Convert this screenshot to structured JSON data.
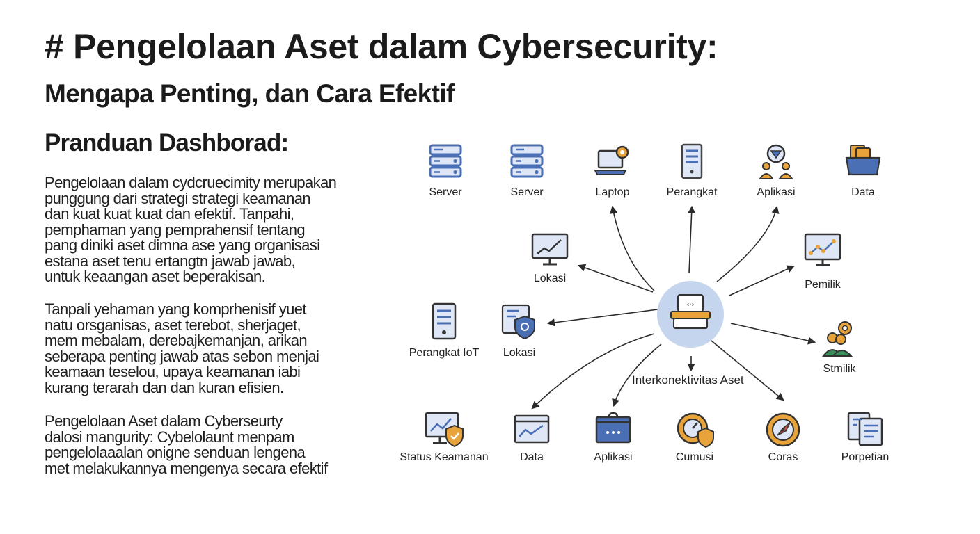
{
  "header": {
    "title": "# Pengelolaan Aset dalam Cybersecurity:",
    "subtitle": "Mengapa Penting, dan Cara Efektif"
  },
  "guide": {
    "heading": "Pranduan Dashborad:",
    "paragraphs": [
      [
        "Pengelolaan dalam cydcruecimity merupakan",
        "punggung dari strategi strategi keamanan",
        "dan kuat kuat kuat dan efektif. Tanpahi,",
        "pemphaman yang pemprahensif tentang",
        "pang diniki aset dimna ase yang organisasi",
        "estana aset tenu ertangtn jawab jawab,",
        "untuk keaangan aset beperakisan."
      ],
      [
        "Tanpali yehaman yang komprhenisif yuet",
        "natu orsganisas, aset terebot, sherjaget,",
        "mem mebalam, derebajkemanjan, arikan",
        "seberapa penting jawab atas sebon menjai",
        "keamaan teselou, upaya keamanan iabi",
        "kurang terarah dan dan kuran efisien."
      ],
      [
        "Pengelolaan Aset dalam Cyberseurty",
        "dalosi mangurity: Cybelolaunt menpam",
        "pengelolaaalan onigne senduan lengena",
        "met melakukannya mengenya secara efektif"
      ]
    ]
  },
  "diagram": {
    "hub_label": "Interkonektivitas Aset",
    "colors": {
      "accent": "#4a6fb5",
      "accent_light": "#dfe7f7",
      "hub": "#c5d5ee",
      "orange": "#e9a33b",
      "line": "#2a2a2a"
    },
    "nodes": [
      {
        "label": "Server",
        "icon": "server-icon"
      },
      {
        "label": "Server",
        "icon": "server-icon"
      },
      {
        "label": "Laptop",
        "icon": "laptop-icon"
      },
      {
        "label": "Perangkat",
        "icon": "device-tower-icon"
      },
      {
        "label": "Aplikasi",
        "icon": "users-app-icon"
      },
      {
        "label": "Data",
        "icon": "data-folder-icon"
      },
      {
        "label": "Lokasi",
        "icon": "monitor-chart-icon"
      },
      {
        "label": "Pemilik",
        "icon": "monitor-graph-icon"
      },
      {
        "label": "Perangkat IoT",
        "icon": "iot-device-icon"
      },
      {
        "label": "Lokasi",
        "icon": "server-shield-icon"
      },
      {
        "label": "Stmilik",
        "icon": "people-gear-icon"
      },
      {
        "label": "Status Keamanan",
        "icon": "monitor-shield-icon"
      },
      {
        "label": "Data",
        "icon": "browser-chart-icon"
      },
      {
        "label": "Aplikasi",
        "icon": "app-window-icon"
      },
      {
        "label": "Cumusi",
        "icon": "gauge-shield-icon"
      },
      {
        "label": "Coras",
        "icon": "compass-icon"
      },
      {
        "label": "Porpetian",
        "icon": "documents-icon"
      }
    ]
  }
}
